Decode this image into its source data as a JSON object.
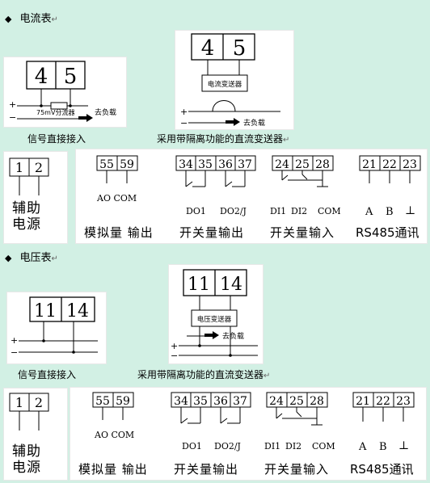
{
  "current": {
    "heading": "电流表",
    "heading_bullet": "◆",
    "direct": {
      "terminals": [
        "4",
        "5"
      ],
      "shunt_label": "75mV分流器",
      "load_label": "去负载",
      "plus": "+",
      "minus": "−",
      "caption": "信号直接接入"
    },
    "isolated": {
      "terminals": [
        "4",
        "5"
      ],
      "transmitter_label": "电流变送器",
      "load_label": "去负载",
      "plus": "+",
      "minus": "−",
      "caption": "采用带隔离功能的直流变送器"
    },
    "aux": {
      "terminals": [
        "1",
        "2"
      ],
      "label_line1": "辅助",
      "label_line2": "电源"
    },
    "analog": {
      "terminals": [
        "55",
        "59"
      ],
      "signals": "AO  COM",
      "label": "模拟量 输出"
    },
    "switch_out": {
      "terminals": [
        "34",
        "35",
        "36",
        "37"
      ],
      "sig1": "DO1",
      "sig2": "DO2/J",
      "label": "开关量输出"
    },
    "switch_in": {
      "terminals": [
        "24",
        "25",
        "28"
      ],
      "sig1": "DI1",
      "sig2": "DI2",
      "sig3": "COM",
      "label": "开关量输入"
    },
    "rs485": {
      "terminals": [
        "21",
        "22",
        "23"
      ],
      "sig1": "A",
      "sig2": "B",
      "sig3": "⊥",
      "label": "RS485通讯"
    }
  },
  "voltage": {
    "heading": "电压表",
    "heading_bullet": "◆",
    "direct": {
      "terminals": [
        "11",
        "14"
      ],
      "plus": "+",
      "minus": "−",
      "caption": "信号直接接入"
    },
    "isolated": {
      "terminals": [
        "11",
        "14"
      ],
      "transmitter_label": "电压变送器",
      "load_label": "去负载",
      "plus": "+",
      "minus": "−",
      "caption": "采用带隔离功能的直流变送器"
    },
    "aux": {
      "terminals": [
        "1",
        "2"
      ],
      "label_line1": "辅助",
      "label_line2": "电源"
    },
    "analog": {
      "terminals": [
        "55",
        "59"
      ],
      "signals": "AO  COM",
      "label": "模拟量 输出"
    },
    "switch_out": {
      "terminals": [
        "34",
        "35",
        "36",
        "37"
      ],
      "sig1": "DO1",
      "sig2": "DO2/J",
      "label": "开关量输出"
    },
    "switch_in": {
      "terminals": [
        "24",
        "25",
        "28"
      ],
      "sig1": "DI1",
      "sig2": "DI2",
      "sig3": "COM",
      "label": "开关量输入"
    },
    "rs485": {
      "terminals": [
        "21",
        "22",
        "23"
      ],
      "sig1": "A",
      "sig2": "B",
      "sig3": "⊥",
      "label": "RS485通讯"
    }
  },
  "paragraph_mark": "↵"
}
